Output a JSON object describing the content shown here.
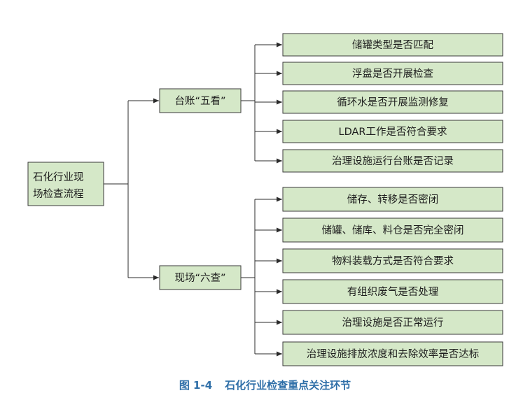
{
  "diagram": {
    "root": {
      "lines": [
        "石化行业现",
        "场检查流程"
      ]
    },
    "branches": [
      {
        "label": "台账“五看”",
        "items": [
          "储罐类型是否匹配",
          "浮盘是否开展检查",
          "循环水是否开展监测修复",
          "LDAR工作是否符合要求",
          "治理设施运行台账是否记录"
        ]
      },
      {
        "label": "现场“六查”",
        "items": [
          "储存、转移是否密闭",
          "储罐、储库、料仓是否完全密闭",
          "物料装载方式是否符合要求",
          "有组织废气是否处理",
          "治理设施是否正常运行",
          "治理设施排放浓度和去除效率是否达标"
        ]
      }
    ]
  },
  "caption": {
    "figure_number": "图 1-4",
    "title": "石化行业检查重点关注环节"
  },
  "colors": {
    "box_fill": "#d5e8c8",
    "box_stroke": "#3a3a3a",
    "caption": "#2f6fa8"
  }
}
